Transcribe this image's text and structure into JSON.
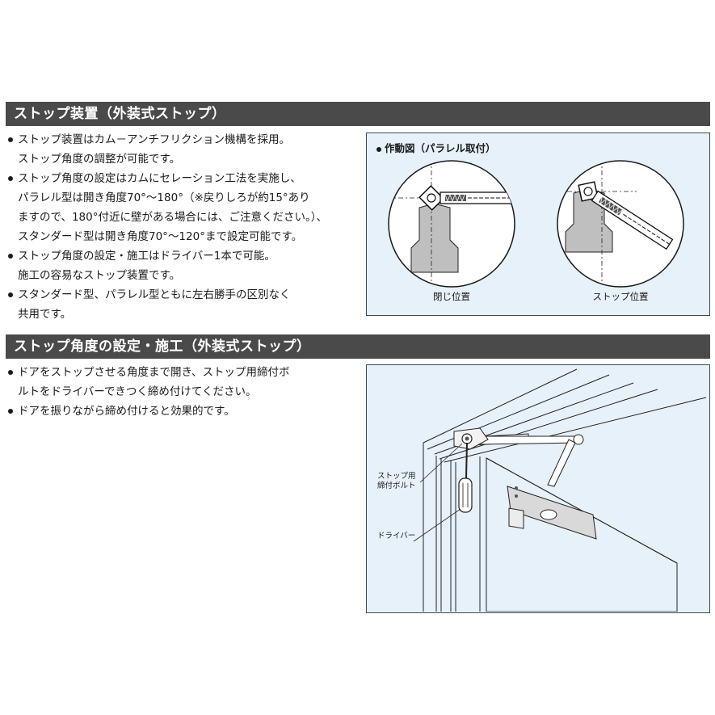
{
  "section1": {
    "title": "ストップ装置（外装式ストップ）",
    "bullets": [
      [
        "ストップ装置はカム－アンチフリクション機構を採用。",
        "ストップ角度の調整が可能です。"
      ],
      [
        "ストップ角度の設定はカムにセレーション工法を実施し、",
        "パラレル型は開き角度70°～180°（※戻りしろが約15°あり",
        "ますので、180°付近に壁がある場合には、ご注意ください。）、",
        "スタンダード型は開き角度70°～120°まで設定可能です。"
      ],
      [
        "ストップ角度の設定・施工はドライバー1本で可能。",
        "施工の容易なストップ装置です。"
      ],
      [
        "スタンダード型、パラレル型ともに左右勝手の区別なく",
        "共用です。"
      ]
    ],
    "figure": {
      "title": "作動図（パラレル取付）",
      "captions": [
        "閉じ位置",
        "ストップ位置"
      ]
    }
  },
  "section2": {
    "title": "ストップ角度の設定・施工（外装式ストップ）",
    "bullets": [
      [
        "ドアをストップさせる角度まで開き、ストップ用締付ボ",
        "ルトをドライバーできつく締め付けてください。"
      ],
      [
        "ドアを振りながら締め付けると効果的です。"
      ]
    ],
    "figure": {
      "callouts": [
        [
          "ストップ用",
          "締付ボルト"
        ],
        [
          "ドライバー"
        ]
      ]
    }
  },
  "colors": {
    "header_bar": "#4a4a4a",
    "figure_bg": "#e7f1f9",
    "figure_border": "#3a4a5c"
  }
}
